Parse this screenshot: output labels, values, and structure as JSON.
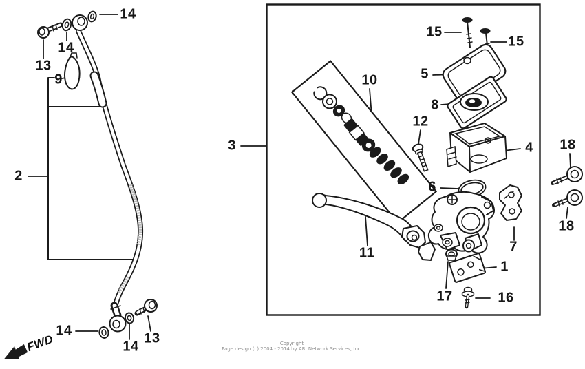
{
  "diagram": {
    "title": "front brake master cylinder parts diagram",
    "background": "#ffffff",
    "ink": "#1b1b1b",
    "fwd_label": "FWD",
    "copyright_line1": "Copyright",
    "copyright_line2": "Page design (c) 2004 - 2014 by ARI Network Services, Inc.",
    "labels": {
      "bolt_13_top": "13",
      "washer_14_top_left": "14",
      "washer_14_top_right": "14",
      "boot_9": "9",
      "hose_2": "2",
      "washer_14_bottom_left": "14",
      "washer_14_bottom_mid": "14",
      "bolt_13_bottom": "13",
      "assembly_3": "3",
      "piston_kit_10": "10",
      "screw_15_left": "15",
      "screw_15_right": "15",
      "cap_5": "5",
      "diaphragm_8": "8",
      "screw_12": "12",
      "reservoir_4": "4",
      "oring_6": "6",
      "lever_11": "11",
      "clamp_7": "7",
      "stay_1": "1",
      "nut_17": "17",
      "bolt_16": "16",
      "bolt_18_top": "18",
      "bolt_18_bottom": "18"
    }
  }
}
